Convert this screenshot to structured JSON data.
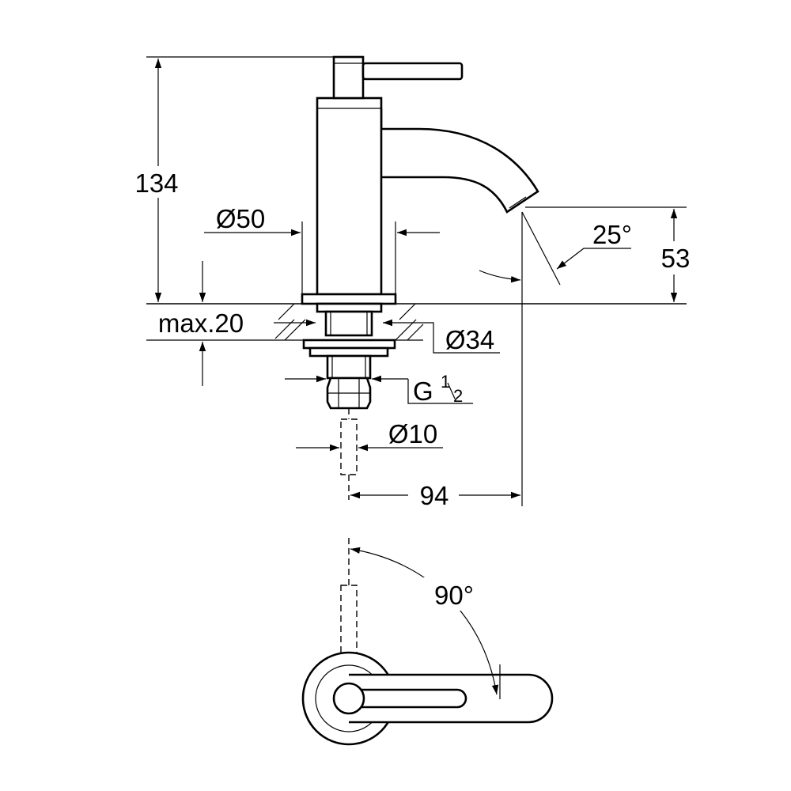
{
  "side_view": {
    "height_total": "134",
    "diameter_body": "Ø50",
    "spout_height": "53",
    "spout_angle": "25°",
    "max_thickness": "max.20",
    "diameter_hole": "Ø34",
    "thread": {
      "main": "G",
      "num": "1",
      "den": "2"
    },
    "diameter_pipe": "Ø10",
    "projection": "94"
  },
  "top_view": {
    "rotation_angle": "90°"
  }
}
